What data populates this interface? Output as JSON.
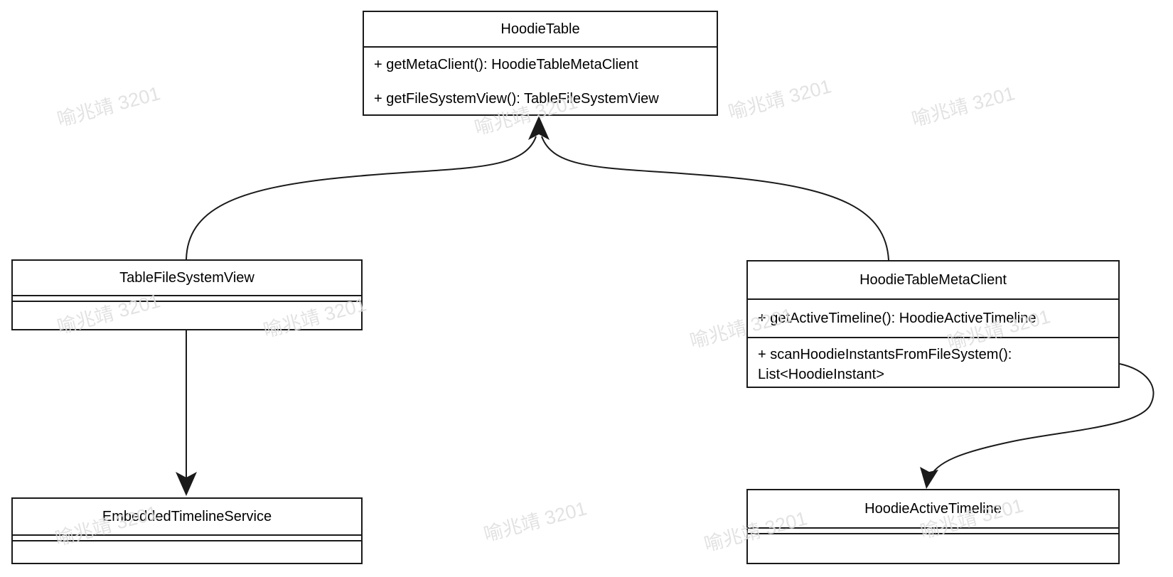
{
  "diagram": {
    "watermark": "喻兆靖 3201",
    "classes": {
      "hoodie_table": {
        "title": "HoodieTable",
        "methods": [
          "+ getMetaClient(): HoodieTableMetaClient",
          "+ getFileSystemView(): TableFileSystemView"
        ]
      },
      "table_file_system_view": {
        "title": "TableFileSystemView"
      },
      "hoodie_table_meta_client": {
        "title": "HoodieTableMetaClient",
        "methods": [
          "+ getActiveTimeline(): HoodieActiveTimeline",
          "+ scanHoodieInstantsFromFileSystem(): List<HoodieInstant>"
        ]
      },
      "embedded_timeline_service": {
        "title": "EmbeddedTimelineService"
      },
      "hoodie_active_timeline": {
        "title": "HoodieActiveTimeline"
      }
    },
    "relations": [
      {
        "from": "TableFileSystemView",
        "to": "HoodieTable"
      },
      {
        "from": "HoodieTableMetaClient",
        "to": "HoodieTable"
      },
      {
        "from": "TableFileSystemView",
        "to": "EmbeddedTimelineService"
      },
      {
        "from": "HoodieTableMetaClient",
        "to": "HoodieActiveTimeline"
      }
    ],
    "colors": {
      "line": "#1a1a1a",
      "text": "#000000",
      "background": "#ffffff",
      "watermark": "#dedede"
    }
  }
}
